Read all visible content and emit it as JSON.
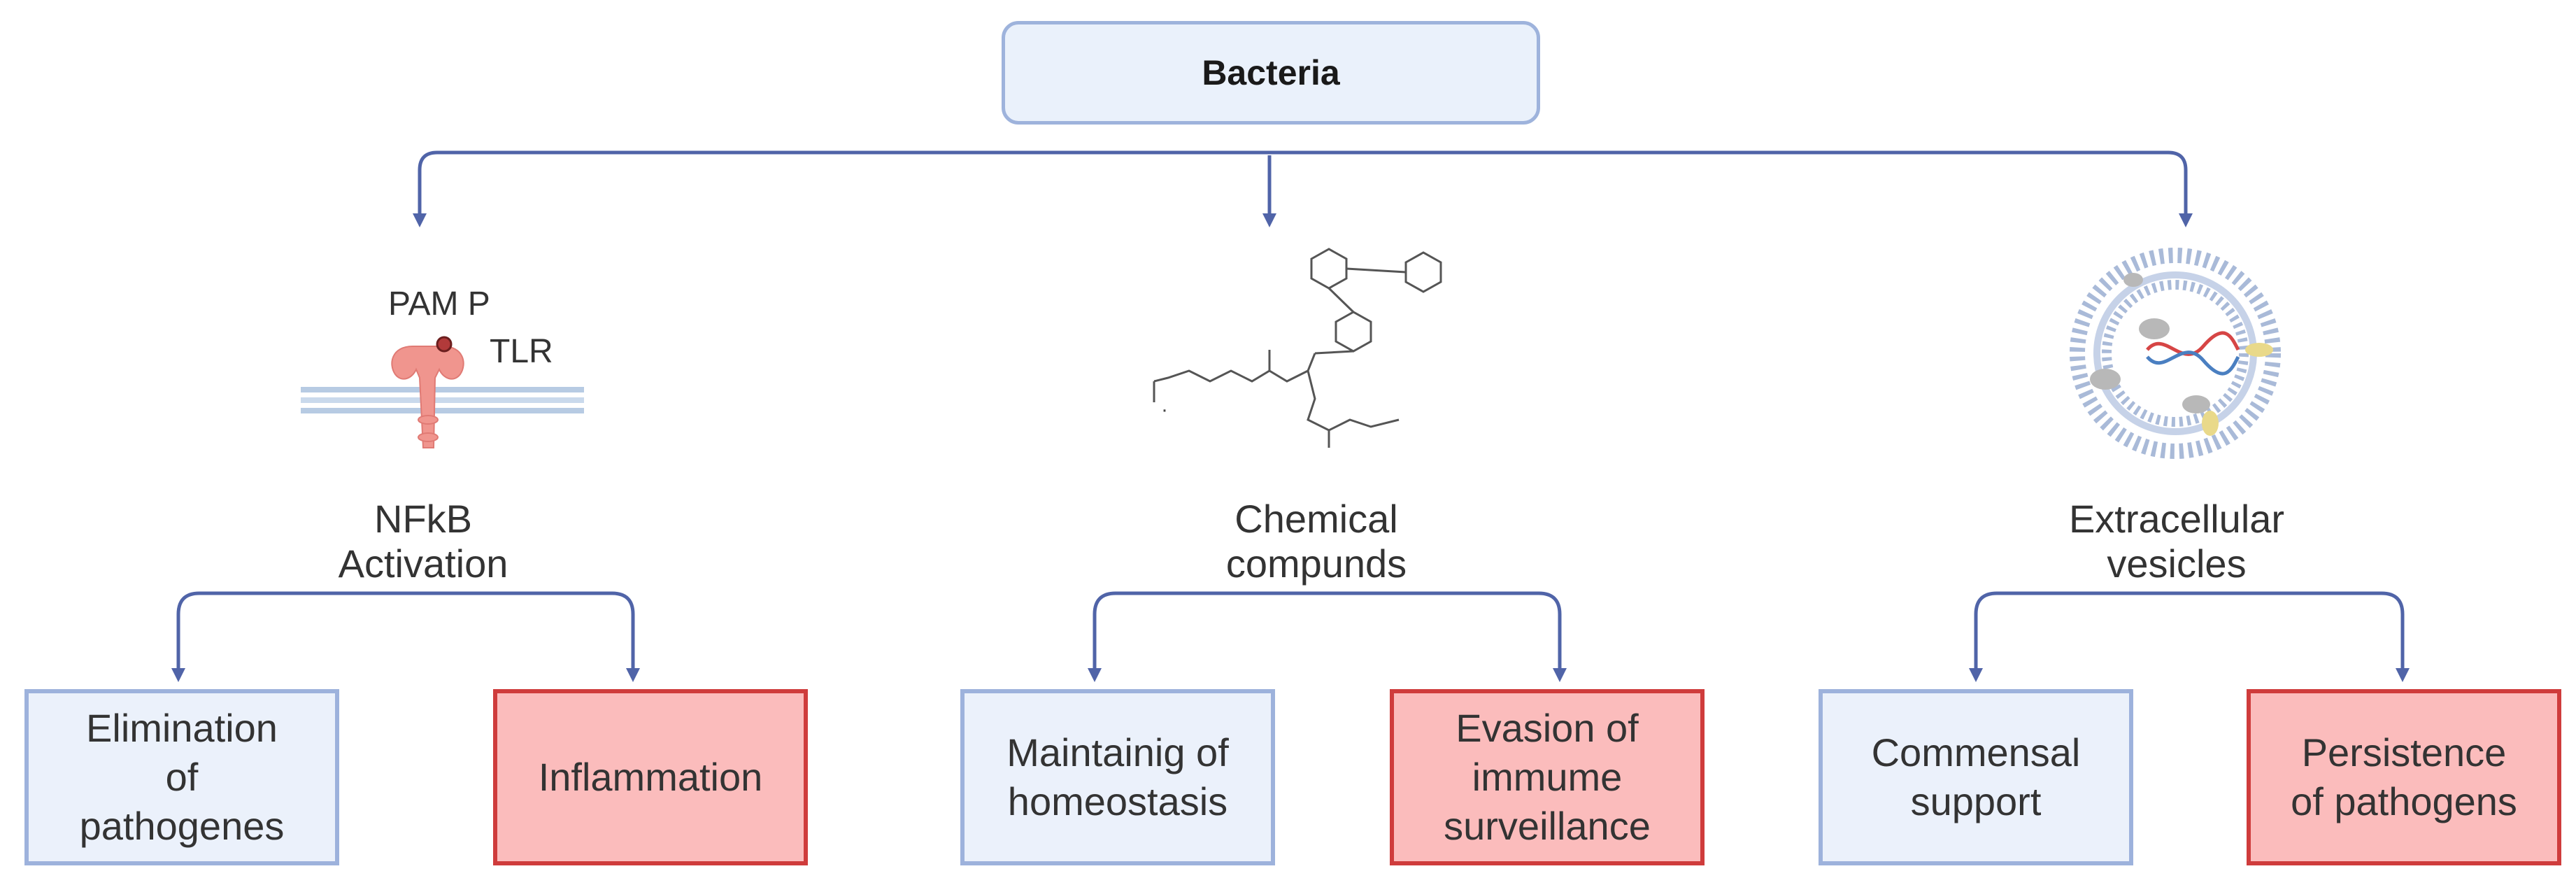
{
  "root": {
    "label": "Bacteria"
  },
  "branches": [
    {
      "label_line1": "NFkB",
      "label_line2": "Activation",
      "illustration": "pamp-tlr-membrane",
      "illustration_labels": {
        "pamp": "PAM P",
        "tlr": "TLR"
      },
      "outcomes": [
        {
          "lines": [
            "Elimination",
            "of",
            "pathogenes"
          ],
          "kind": "beneficial"
        },
        {
          "lines": [
            "Inflammation"
          ],
          "kind": "harmful"
        }
      ]
    },
    {
      "label_line1": "Chemical",
      "label_line2": "compunds",
      "illustration": "chemical-structure",
      "outcomes": [
        {
          "lines": [
            "Maintainig of",
            "homeostasis"
          ],
          "kind": "beneficial"
        },
        {
          "lines": [
            "Evasion of",
            "immume",
            "surveillance"
          ],
          "kind": "harmful"
        }
      ]
    },
    {
      "label_line1": "Extracellular",
      "label_line2": "vesicles",
      "illustration": "extracellular-vesicle",
      "outcomes": [
        {
          "lines": [
            "Commensal",
            "support"
          ],
          "kind": "beneficial"
        },
        {
          "lines": [
            "Persistence",
            "of pathogens"
          ],
          "kind": "harmful"
        }
      ]
    }
  ],
  "colors": {
    "arrow": "#5064a8",
    "beneficial_fill": "#ebf1fb",
    "beneficial_border": "#9db2dc",
    "harmful_fill": "#fbbcbc",
    "harmful_border": "#cf3c3c",
    "membrane": "#b7cbe3",
    "receptor": "#f0958e"
  }
}
